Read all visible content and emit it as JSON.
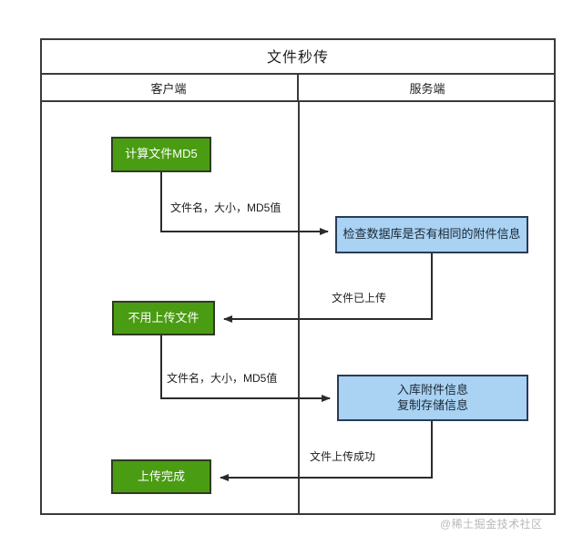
{
  "diagram": {
    "title": "文件秒传",
    "columns": [
      {
        "id": "client",
        "label": "客户端"
      },
      {
        "id": "server",
        "label": "服务端"
      }
    ],
    "nodes": [
      {
        "id": "calc-md5",
        "label": "计算文件MD5",
        "lane": "client",
        "style": "green"
      },
      {
        "id": "check-db",
        "label": "检查数据库是否有相同的附件信息",
        "lane": "server",
        "style": "blue"
      },
      {
        "id": "no-upload",
        "label": "不用上传文件",
        "lane": "client",
        "style": "green"
      },
      {
        "id": "store-info",
        "line1": "入库附件信息",
        "line2": "复制存储信息",
        "lane": "server",
        "style": "blue"
      },
      {
        "id": "done",
        "label": "上传完成",
        "lane": "client",
        "style": "green"
      }
    ],
    "edges": [
      {
        "id": "req1",
        "from": "calc-md5",
        "to": "check-db",
        "label": "文件名，大小，MD5值"
      },
      {
        "id": "uploaded",
        "from": "check-db",
        "to": "no-upload",
        "label": "文件已上传"
      },
      {
        "id": "req2",
        "from": "no-upload",
        "to": "store-info",
        "label": "文件名，大小，MD5值"
      },
      {
        "id": "success",
        "from": "store-info",
        "to": "done",
        "label": "文件上传成功"
      }
    ],
    "watermark": "@稀土掘金技术社区",
    "colors": {
      "green_fill": "#4a9c12",
      "green_border": "#2f3a23",
      "blue_fill": "#a9d2f3",
      "blue_border": "#2a3b55",
      "line": "#2b2b2b",
      "frame": "#3a3a3a",
      "background": "#ffffff",
      "watermark": "#b9b9b9"
    }
  }
}
